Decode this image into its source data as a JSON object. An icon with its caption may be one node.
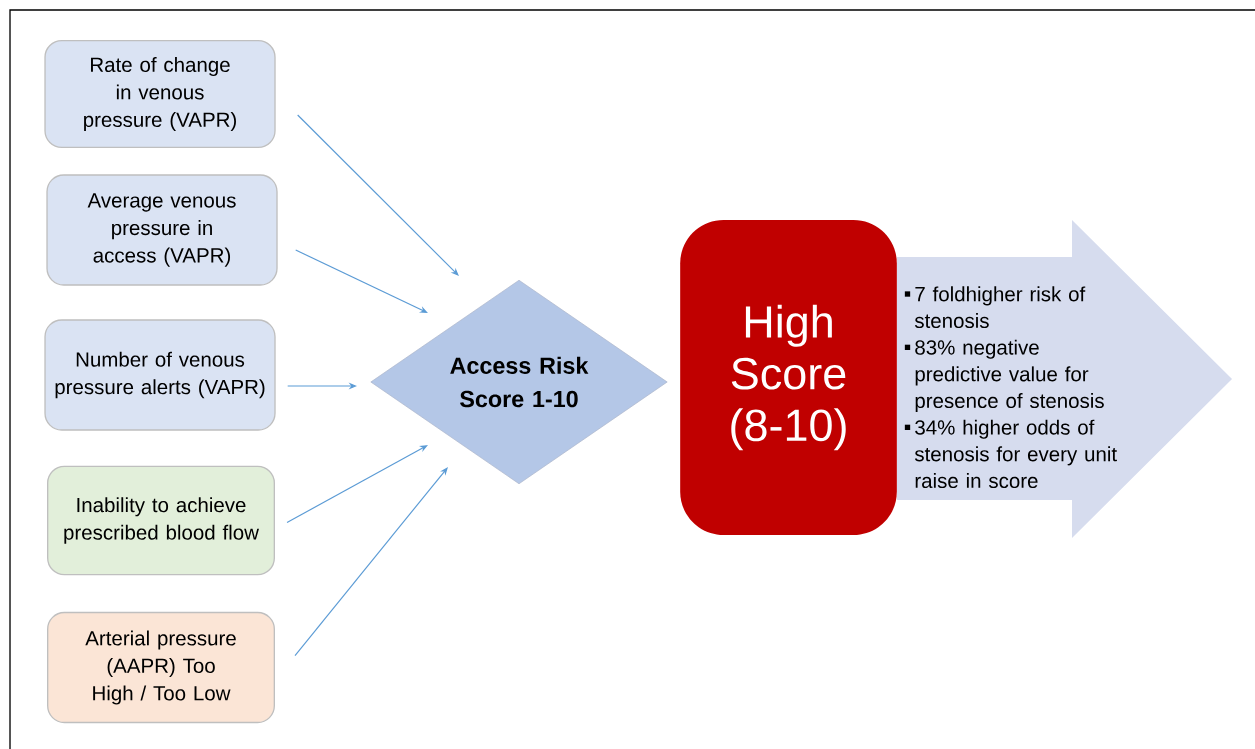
{
  "diagram": {
    "nodes": [
      {
        "text": [
          "Rate of change in venous pressure (VAPR)"
        ]
      },
      {
        "text": [
          "Average venous pressure in access (VAPR)"
        ]
      },
      {
        "text": [
          "Number of venous pressure alerts (VAPR)"
        ]
      },
      {
        "text": [
          "Inability to achieve prescribed blood flow"
        ]
      },
      {
        "text": [
          "Arterial pressure (AAPR) Too High / Too Low"
        ]
      },
      {
        "text": [
          "Access Risk Score 1-10"
        ]
      },
      {
        "text": [
          "High Score (8-10)"
        ]
      },
      {
        "text": [
          "7 foldhigher risk of stenosis",
          "83% negative predictive value for presence of stenosis",
          "34% higher odds of stenosis for every unit raise in score"
        ]
      }
    ],
    "edges": [
      {
        "from": 0,
        "to": 5,
        "arrow": "to"
      },
      {
        "from": 1,
        "to": 5,
        "arrow": "to"
      },
      {
        "from": 2,
        "to": 5,
        "arrow": "to"
      },
      {
        "from": 3,
        "to": 5,
        "arrow": "to"
      },
      {
        "from": 4,
        "to": 5,
        "arrow": "to"
      }
    ]
  }
}
